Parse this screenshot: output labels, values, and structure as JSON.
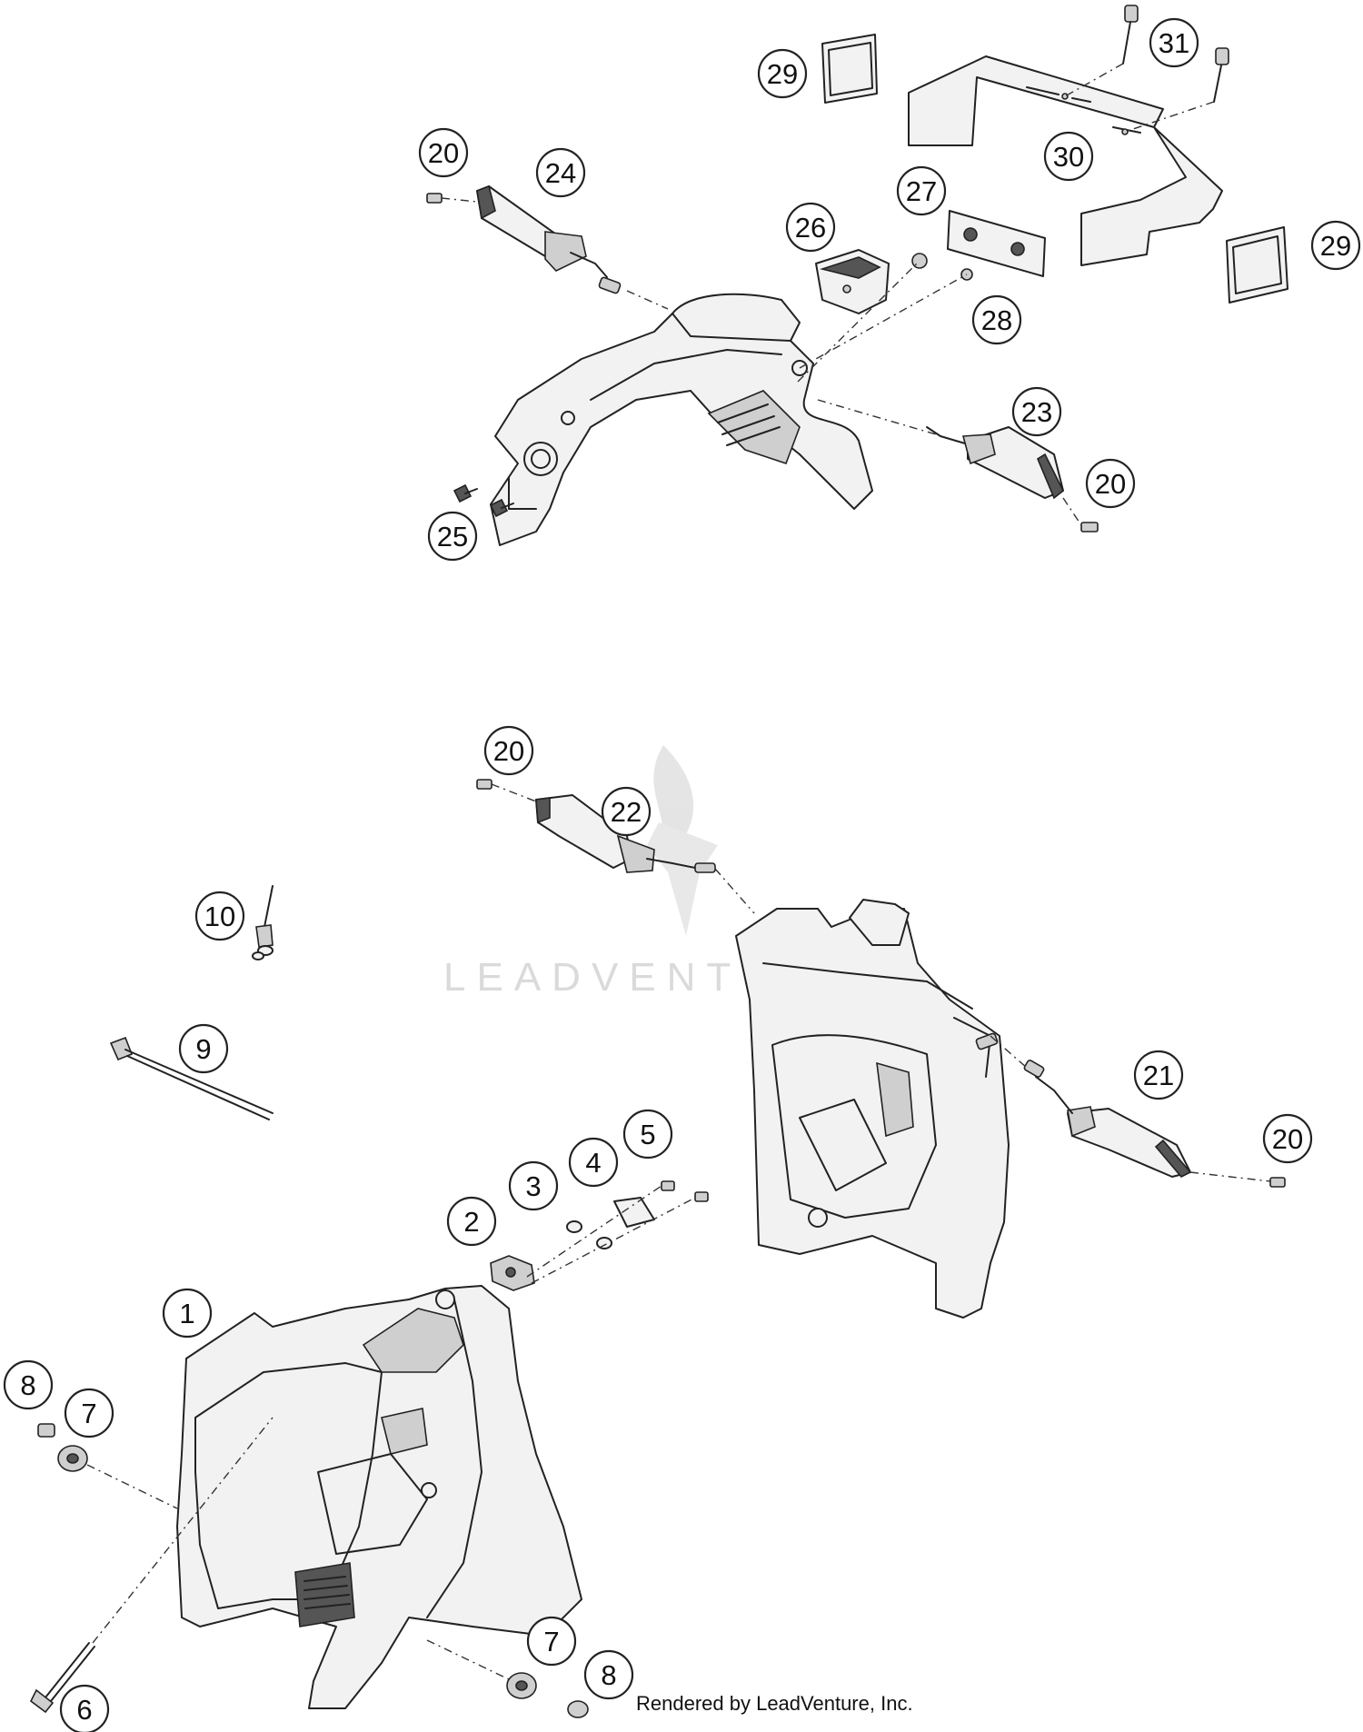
{
  "watermark": {
    "text": "LEADVENTURE"
  },
  "credit": {
    "text": "Rendered by LeadVenture, Inc."
  },
  "callouts": [
    {
      "id": "c31",
      "label": "31"
    },
    {
      "id": "c29a",
      "label": "29"
    },
    {
      "id": "c30",
      "label": "30"
    },
    {
      "id": "c29b",
      "label": "29"
    },
    {
      "id": "c20a",
      "label": "20"
    },
    {
      "id": "c24",
      "label": "24"
    },
    {
      "id": "c26",
      "label": "26"
    },
    {
      "id": "c27",
      "label": "27"
    },
    {
      "id": "c28",
      "label": "28"
    },
    {
      "id": "c23",
      "label": "23"
    },
    {
      "id": "c20b",
      "label": "20"
    },
    {
      "id": "c25",
      "label": "25"
    },
    {
      "id": "c20c",
      "label": "20"
    },
    {
      "id": "c22",
      "label": "22"
    },
    {
      "id": "c10",
      "label": "10"
    },
    {
      "id": "c9",
      "label": "9"
    },
    {
      "id": "c21",
      "label": "21"
    },
    {
      "id": "c20d",
      "label": "20"
    },
    {
      "id": "c5",
      "label": "5"
    },
    {
      "id": "c4",
      "label": "4"
    },
    {
      "id": "c3",
      "label": "3"
    },
    {
      "id": "c2",
      "label": "2"
    },
    {
      "id": "c1",
      "label": "1"
    },
    {
      "id": "c8a",
      "label": "8"
    },
    {
      "id": "c7a",
      "label": "7"
    },
    {
      "id": "c7b",
      "label": "7"
    },
    {
      "id": "c8b",
      "label": "8"
    },
    {
      "id": "c6",
      "label": "6"
    }
  ]
}
